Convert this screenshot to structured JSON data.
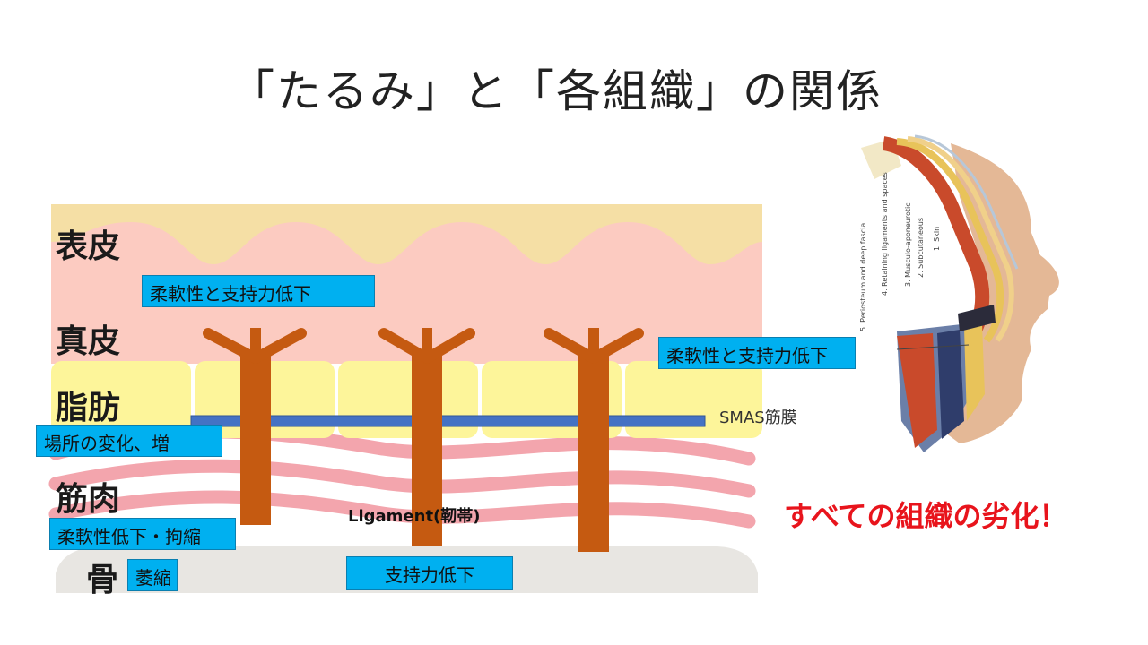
{
  "title": "「たるみ」と「各組織」の関係",
  "layers": {
    "epidermis": "表皮",
    "dermis": "真皮",
    "fat": "脂肪",
    "muscle": "筋肉",
    "bone": "骨"
  },
  "callouts": {
    "dermis_change": "柔軟性と支持力低下",
    "fat_change": "柔軟性と支持力低下",
    "fat_location": "場所の変化、増",
    "muscle_change": "柔軟性低下・拘縮",
    "bone_change": "萎縮",
    "ligament_change": "支持力低下"
  },
  "smas_label": "SMAS筋膜",
  "ligament_label": "Ligament(靭帯)",
  "conclusion": "すべての組織の劣化！",
  "anatomy_labels": {
    "l1": "1. Skin",
    "l2": "2. Subcutaneous",
    "l3": "3. Musculo-aponeurotic",
    "l4": "4. Retaining ligaments and spaces",
    "l5": "5. Periosteum and deep fascia"
  },
  "colors": {
    "epidermis": "#f5dfa5",
    "dermis": "#fccbc1",
    "fat": "#fdf59a",
    "muscle": "#f3a5ad",
    "bone": "#e8e6e2",
    "ligament": "#c55a11",
    "smas": "#4472c4",
    "callout": "#00b0f0",
    "alert": "#e8141c"
  }
}
